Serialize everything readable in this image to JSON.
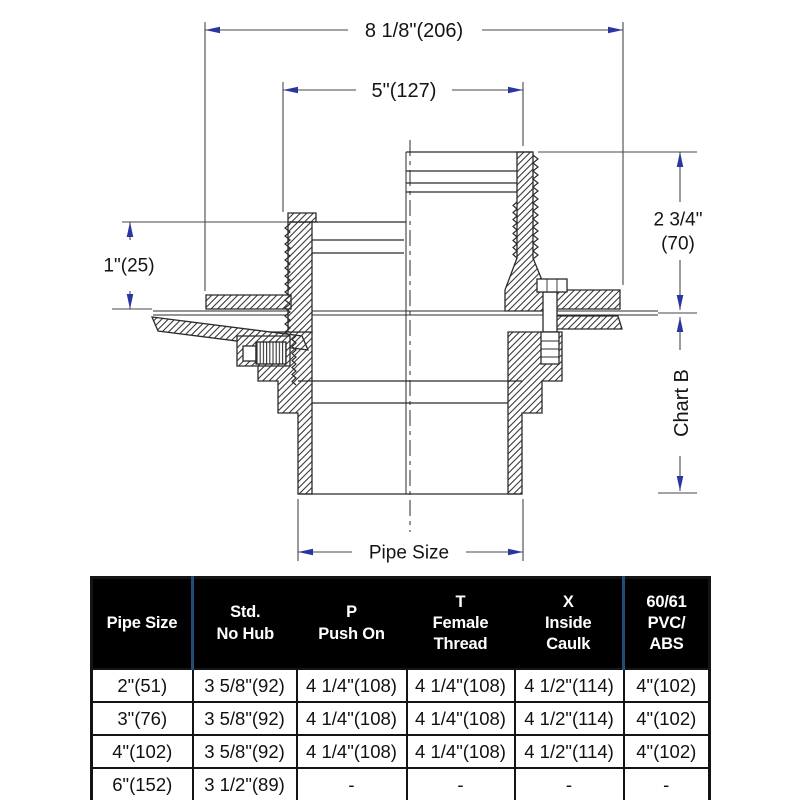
{
  "drawing": {
    "dim_overall_width": "8 1/8\"(206)",
    "dim_upper_width": "5\"(127)",
    "dim_lip_height": "1\"(25)",
    "dim_upper_height": "2 3/4\"",
    "dim_upper_height_mm": "(70)",
    "dim_lower_height": "Chart B",
    "dim_outlet": "Pipe Size"
  },
  "table": {
    "header": [
      "Pipe Size",
      "Std.\nNo Hub",
      "P\nPush On",
      "T\nFemale\nThread",
      "X\nInside\nCaulk",
      "60/61\nPVC/\nABS"
    ],
    "rows": [
      [
        "2\"(51)",
        "3 5/8\"(92)",
        "4 1/4\"(108)",
        "4 1/4\"(108)",
        "4 1/2\"(114)",
        "4\"(102)"
      ],
      [
        "3\"(76)",
        "3 5/8\"(92)",
        "4 1/4\"(108)",
        "4 1/4\"(108)",
        "4 1/2\"(114)",
        "4\"(102)"
      ],
      [
        "4\"(102)",
        "3 5/8\"(92)",
        "4 1/4\"(108)",
        "4 1/4\"(108)",
        "4 1/2\"(114)",
        "4\"(102)"
      ],
      [
        "6\"(152)",
        "3 1/2\"(89)",
        "-",
        "-",
        "-",
        "-"
      ]
    ]
  },
  "colors": {
    "arrow": "#2936a0",
    "table_header_bg": "#000000",
    "table_header_text": "#ffffff",
    "table_header_divider": "#1f4e79",
    "line": "#2b2b2b"
  }
}
